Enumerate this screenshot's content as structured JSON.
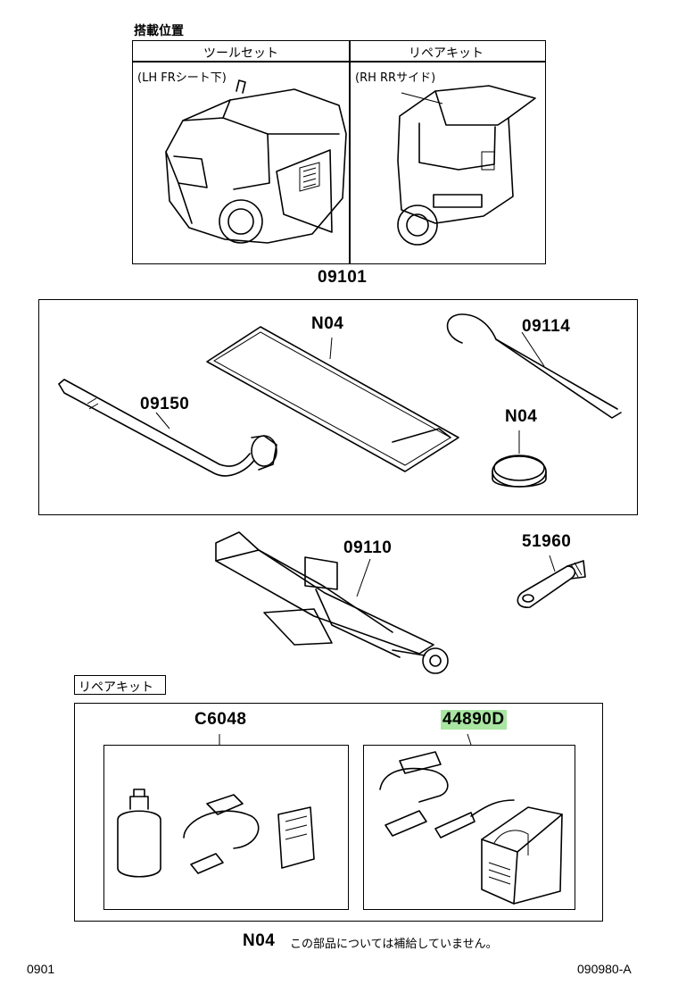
{
  "location": {
    "heading": "搭載位置",
    "tool_set": {
      "title": "ツールセット",
      "note": "(LH FRシート下)"
    },
    "repair_kit": {
      "title": "リペアキット",
      "note": "(RH RRサイド)"
    }
  },
  "tool_set_group": {
    "part_number": "09101",
    "items": {
      "bag": "N04",
      "hook": "09114",
      "wrench": "09150",
      "ring": "N04"
    }
  },
  "jack": {
    "part_number": "09110"
  },
  "tow_eye": {
    "part_number": "51960"
  },
  "repair_kit_section": {
    "title": "リペアキット",
    "sealant_kit": {
      "part_number": "C6048"
    },
    "compressor_kit": {
      "part_number": "44890D",
      "highlight_color": "#a8e6a1"
    }
  },
  "footnote": {
    "code": "N04",
    "text": "この部品については補給していません。"
  },
  "footer": {
    "page_left": "0901",
    "diagram_id": "090980-A"
  }
}
